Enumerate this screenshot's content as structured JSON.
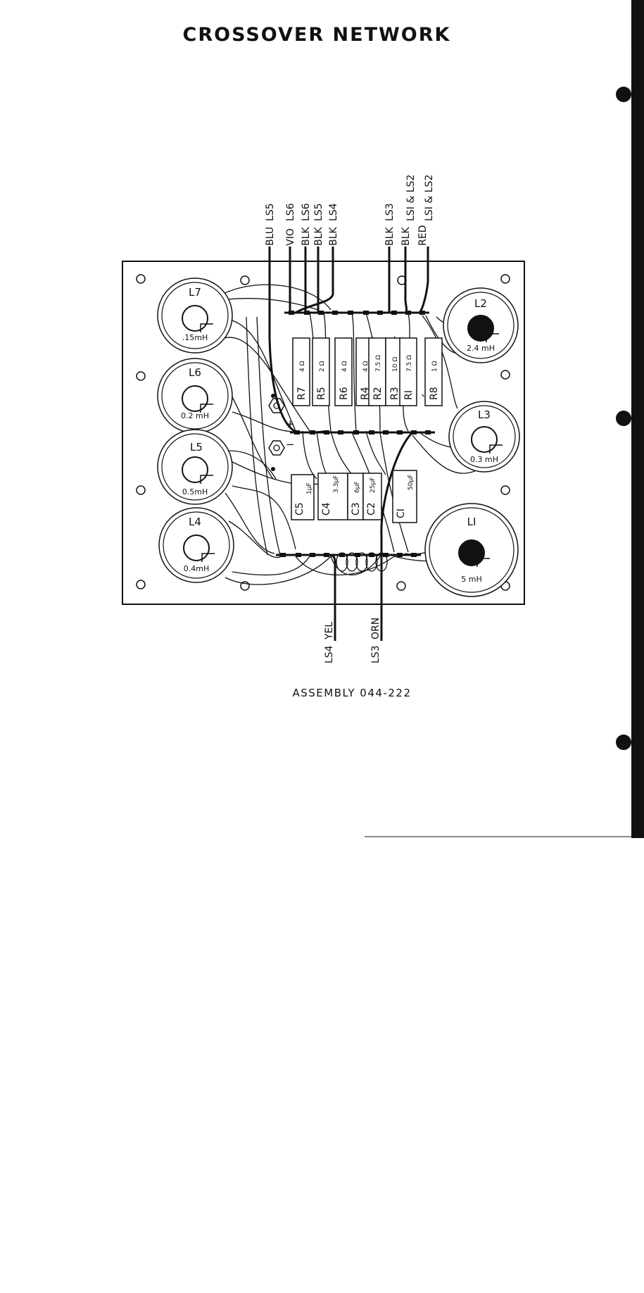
{
  "title": "CROSSOVER NETWORK",
  "assembly": "ASSEMBLY 044-222",
  "top_leads": [
    {
      "color": "BLU",
      "dest": "LS5"
    },
    {
      "color": "VIO",
      "dest": "LS6"
    },
    {
      "color": "BLK",
      "dest": "LS6"
    },
    {
      "color": "BLK",
      "dest": "LS5"
    },
    {
      "color": "BLK",
      "dest": "LS4"
    },
    {
      "color": "BLK",
      "dest": "LS3"
    },
    {
      "color": "BLK",
      "dest": "LSI & LS2"
    },
    {
      "color": "RED",
      "dest": "LSI & LS2"
    }
  ],
  "bottom_leads": [
    {
      "color": "YEL",
      "dest": "LS4"
    },
    {
      "color": "ORN",
      "dest": "LS3"
    }
  ],
  "inductors": [
    {
      "name": "L7",
      "value": ".15mH"
    },
    {
      "name": "L6",
      "value": "0.2 mH"
    },
    {
      "name": "L5",
      "value": "0.5mH"
    },
    {
      "name": "L4",
      "value": "0.4mH"
    },
    {
      "name": "L2",
      "value": "2.4 mH"
    },
    {
      "name": "L3",
      "value": "0.3 mH"
    },
    {
      "name": "LI",
      "value": "5 mH"
    }
  ],
  "resistors": [
    {
      "name": "R7",
      "value": "4 Ω"
    },
    {
      "name": "R5",
      "value": "2 Ω"
    },
    {
      "name": "R6",
      "value": "4 Ω"
    },
    {
      "name": "R4",
      "value": "4 Ω"
    },
    {
      "name": "R2",
      "value": "7.5 Ω"
    },
    {
      "name": "R3",
      "value": "10 Ω"
    },
    {
      "name": "RI",
      "value": "7.5 Ω"
    },
    {
      "name": "R8",
      "value": "1 Ω"
    }
  ],
  "capacitors": [
    {
      "name": "C5",
      "value": "1μF"
    },
    {
      "name": "C4",
      "value": "3.3μF"
    },
    {
      "name": "C3",
      "value": "6μF"
    },
    {
      "name": "C2",
      "value": "25μF"
    },
    {
      "name": "CI",
      "value": "50μF"
    }
  ],
  "terminals": {
    "plus": "+",
    "minus": "−"
  }
}
